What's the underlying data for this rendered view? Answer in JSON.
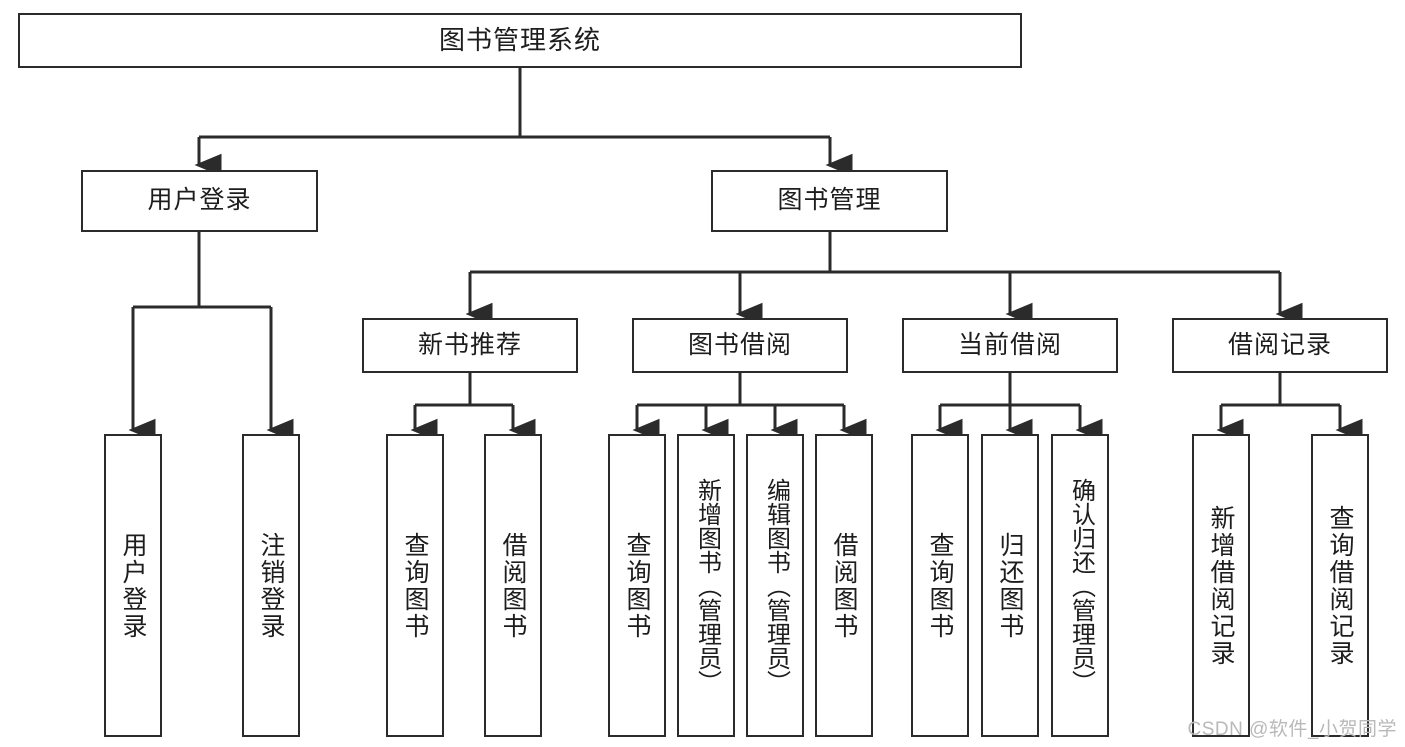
{
  "diagram": {
    "title": "图书管理系统",
    "type": "tree-hierarchy-diagram",
    "root": {
      "label": "图书管理系统"
    },
    "level2": [
      {
        "label": "用户登录"
      },
      {
        "label": "图书管理"
      }
    ],
    "level3": [
      {
        "label": "新书推荐"
      },
      {
        "label": "图书借阅"
      },
      {
        "label": "当前借阅"
      },
      {
        "label": "借阅记录"
      }
    ],
    "leaves": {
      "user_login": [
        {
          "label": "用户登录"
        },
        {
          "label": "注销登录"
        }
      ],
      "new_book_recommend": [
        {
          "label": "查询图书"
        },
        {
          "label": "借阅图书"
        }
      ],
      "book_borrow": [
        {
          "label": "查询图书"
        },
        {
          "label": "新增图书（管理员）"
        },
        {
          "label": "编辑图书（管理员）"
        },
        {
          "label": "借阅图书"
        }
      ],
      "current_borrow": [
        {
          "label": "查询图书"
        },
        {
          "label": "归还图书"
        },
        {
          "label": "确认归还（管理员）"
        }
      ],
      "borrow_record": [
        {
          "label": "新增借阅记录"
        },
        {
          "label": "查询借阅记录"
        }
      ]
    }
  },
  "watermark": {
    "text": "CSDN @软件_小贺同学"
  },
  "colors": {
    "stroke": "#2b2b2b",
    "background": "#ffffff",
    "text": "#1d1d1d",
    "watermark": "#b9b9b9"
  }
}
